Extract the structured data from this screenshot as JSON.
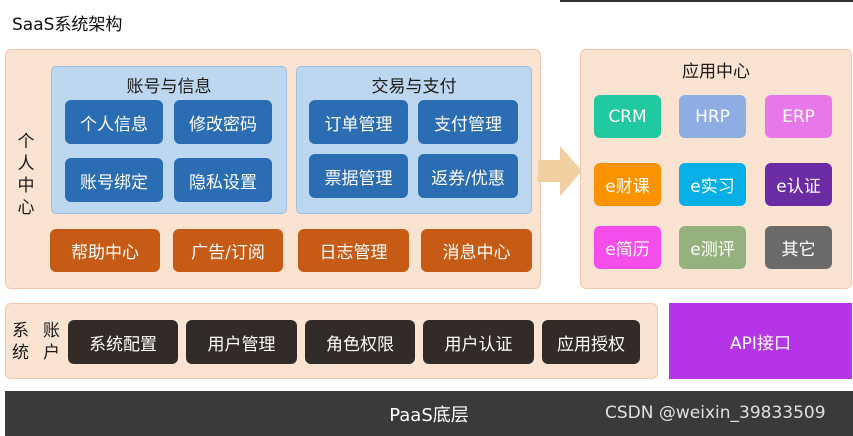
{
  "title": "SaaS系统架构",
  "personal_center": {
    "label": [
      "个",
      "人",
      "中",
      "心"
    ],
    "account_info": {
      "title": "账号与信息",
      "items": [
        "个人信息",
        "修改密码",
        "账号绑定",
        "隐私设置"
      ]
    },
    "trade_payment": {
      "title": "交易与支付",
      "items": [
        "订单管理",
        "支付管理",
        "票据管理",
        "返券/优惠"
      ]
    },
    "bottom_items": [
      "帮助中心",
      "广告/订阅",
      "日志管理",
      "消息中心"
    ]
  },
  "app_center": {
    "title": "应用中心",
    "apps": [
      {
        "label": "CRM",
        "color": "#21c9a0"
      },
      {
        "label": "HRP",
        "color": "#8eaee3"
      },
      {
        "label": "ERP",
        "color": "#e878ea"
      },
      {
        "label": "e财课",
        "color": "#fb9200"
      },
      {
        "label": "e实习",
        "color": "#06afe8"
      },
      {
        "label": "e认证",
        "color": "#6b2ba3"
      },
      {
        "label": "e简历",
        "color": "#f44dea"
      },
      {
        "label": "e测评",
        "color": "#95b27e"
      },
      {
        "label": "其它",
        "color": "#6a6a6a"
      }
    ]
  },
  "account_system": {
    "label": [
      "账",
      "户",
      "系",
      "统"
    ],
    "items": [
      "系统配置",
      "用户管理",
      "角色权限",
      "用户认证",
      "应用授权"
    ]
  },
  "api": "API接口",
  "paas": "PaaS底层",
  "watermark": "CSDN @weixin_39833509",
  "colors": {
    "panel_bg": "#fbe3d1",
    "subpanel_bg": "#bcd7ef",
    "blue_button": "#2a6db3",
    "orange_button": "#c55b15",
    "dark_button": "#322b27",
    "api": "#b534e6",
    "paas": "#3a3a3a",
    "arrow": "#f2cfa0"
  }
}
